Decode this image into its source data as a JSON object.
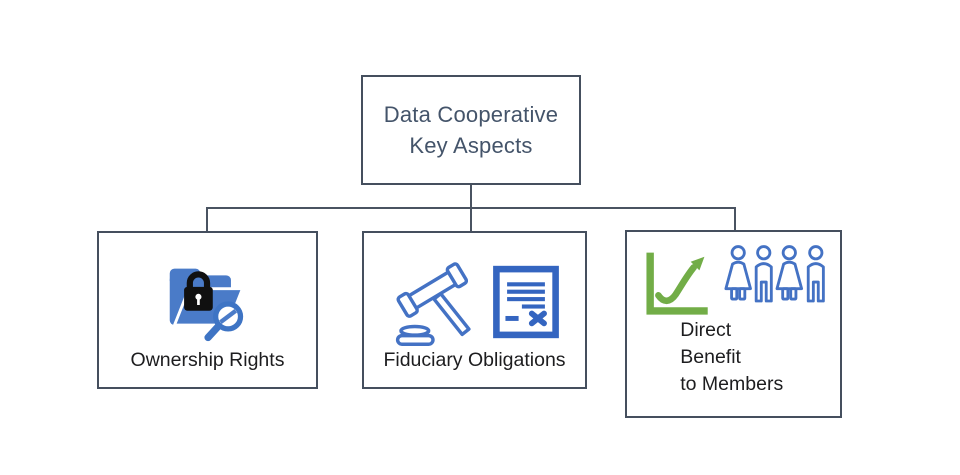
{
  "title": {
    "line1": "Data Cooperative",
    "line2": "Key Aspects"
  },
  "nodes": {
    "ownership": {
      "label": "Ownership Rights",
      "icon": "folder-lock-search"
    },
    "fiduciary": {
      "label": "Fiduciary Obligations",
      "icons": [
        "gavel",
        "contract-document"
      ]
    },
    "benefit": {
      "line1": "Direct Benefit",
      "line2": "to Members",
      "icons": [
        "growth-chart",
        "member-group"
      ]
    }
  },
  "colors": {
    "node_border": "#454f5e",
    "connector": "#4a5361",
    "title_text": "#44546a",
    "label_text": "#1d1d1f",
    "folder_blue": "#4a7bc8",
    "magnifier_blue": "#3e74c4",
    "lock_black": "#101010",
    "outline_blue": "#4472c4",
    "document_blue": "#3465c0",
    "growth_green": "#72ad47",
    "canvas_bg": "#ffffff"
  }
}
